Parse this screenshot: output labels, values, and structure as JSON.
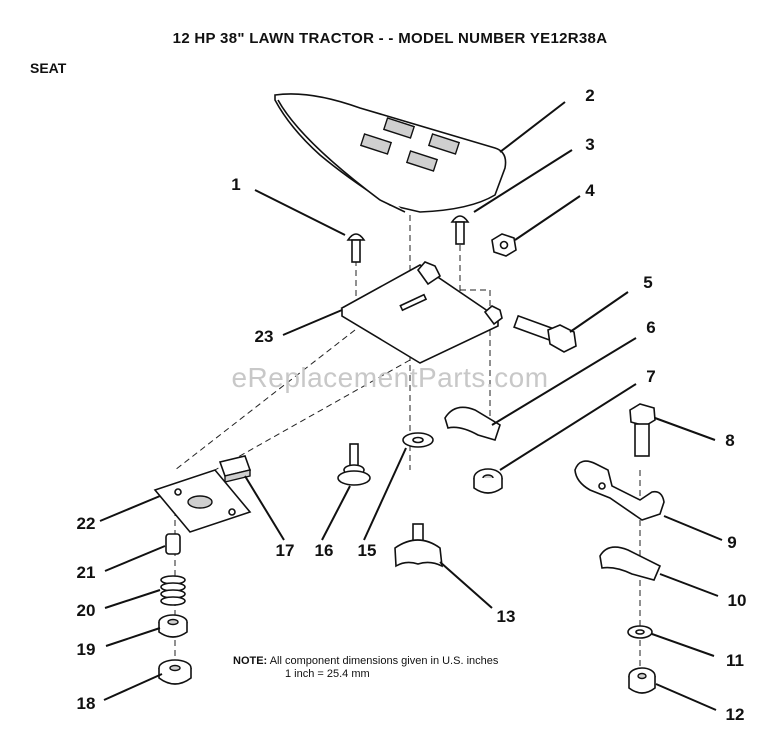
{
  "title": "12 HP 38\" LAWN TRACTOR - - MODEL NUMBER YE12R38A",
  "section": "SEAT",
  "watermark": "eReplacementParts.com",
  "note": {
    "label": "NOTE:",
    "line1": "All component dimensions given in U.S. inches",
    "line2": "1 inch = 25.4 mm"
  },
  "callouts": [
    "1",
    "2",
    "3",
    "4",
    "5",
    "6",
    "7",
    "8",
    "9",
    "10",
    "11",
    "12",
    "13",
    "15",
    "16",
    "17",
    "18",
    "19",
    "20",
    "21",
    "22",
    "23"
  ]
}
